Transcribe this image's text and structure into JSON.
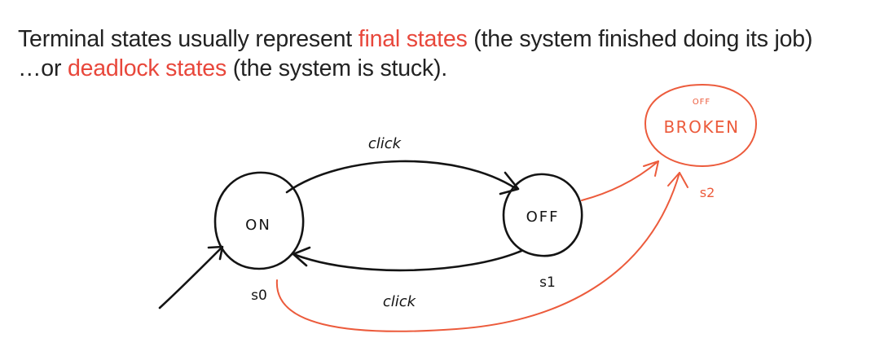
{
  "text": {
    "line1_a": "Terminal states usually represent ",
    "line1_b": "final states",
    "line1_c": " (the system finished doing its job)",
    "line2_a": "…or ",
    "line2_b": "deadlock states",
    "line2_c": " (the system is stuck)."
  },
  "diagram": {
    "states": {
      "on": {
        "label": "ON",
        "name": "s0"
      },
      "off": {
        "label": "OFF",
        "name": "s1"
      },
      "broken": {
        "label": "BROKEN",
        "small_label": "OFF",
        "name": "s2"
      }
    },
    "transitions": {
      "on_to_off": "click",
      "off_to_on": "click"
    }
  },
  "colors": {
    "text": "#222222",
    "highlight": "#e8473b",
    "ink": "#141414",
    "deadlock": "#ec5b3c"
  }
}
